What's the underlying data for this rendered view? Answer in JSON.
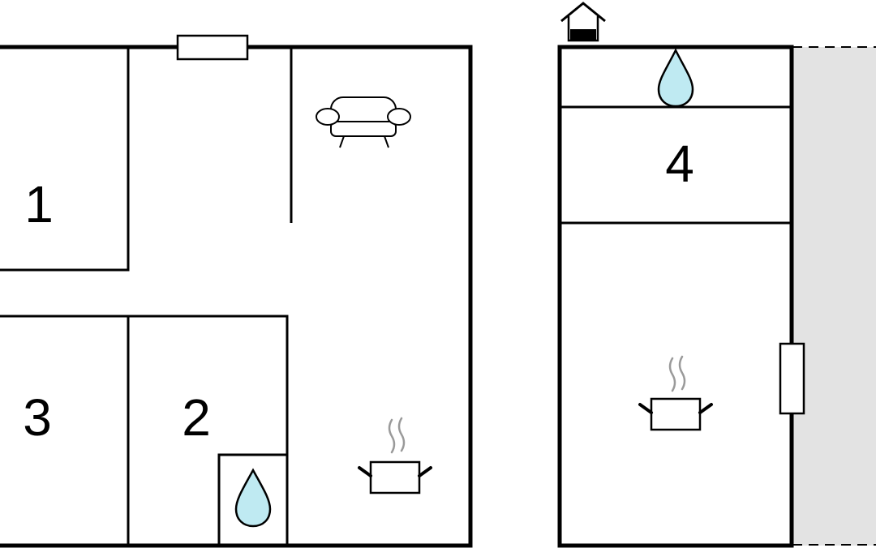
{
  "rooms": [
    {
      "label": "1"
    },
    {
      "label": "2"
    },
    {
      "label": "3"
    },
    {
      "label": "4"
    }
  ],
  "icons": {
    "water": "water-drop-icon",
    "kitchen": "cooking-pot-icon",
    "living": "sofa-icon",
    "entrance": "house-entrance-icon",
    "window": "window-icon"
  },
  "colors": {
    "wall": "#000000",
    "water": "#bfeaf2",
    "steam": "#9a9a9a",
    "outdoor": "#e3e3e3"
  }
}
